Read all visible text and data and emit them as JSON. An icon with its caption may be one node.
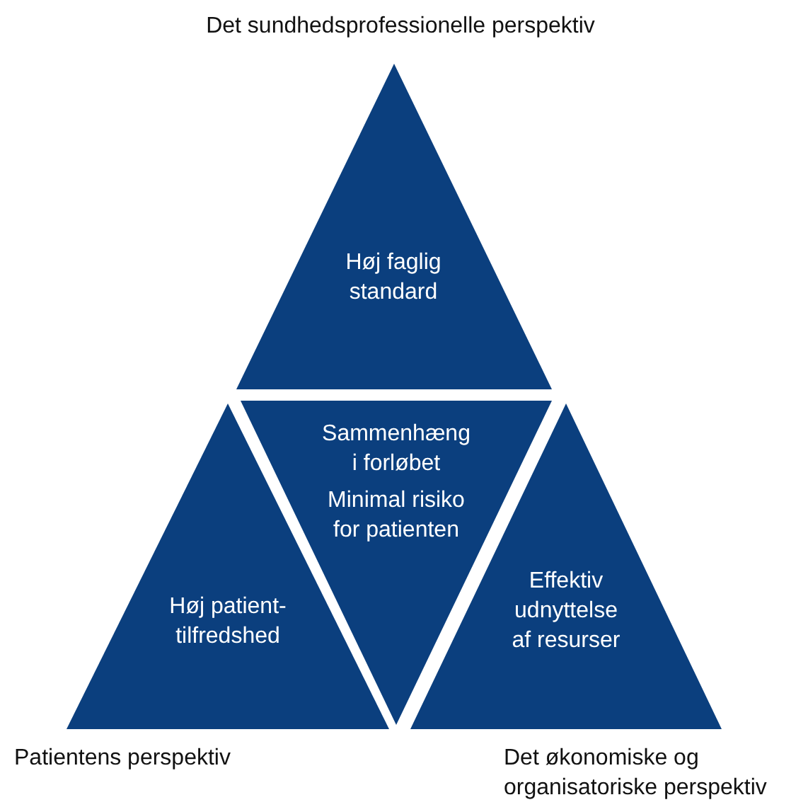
{
  "diagram": {
    "nodes": [
      {
        "text": [
          "Det sundhedsprofessionelle perspektiv",
          "Høj faglig standard"
        ]
      },
      {
        "text": [
          "Sammenhæng i forløbet",
          "Minimal risiko for patienten"
        ]
      },
      {
        "text": [
          "Høj patient-tilfredshed",
          "Patientens perspektiv"
        ]
      },
      {
        "text": [
          "Effektiv udnyttelse af resurser",
          "Det økonomiske og organisatoriske perspektiv"
        ]
      }
    ],
    "edges": []
  }
}
